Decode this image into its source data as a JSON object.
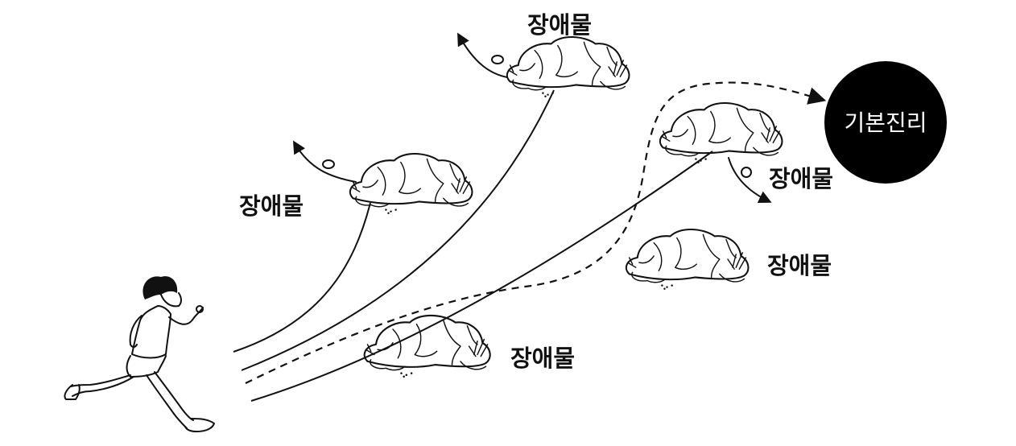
{
  "obstacles": [
    {
      "label": "장애물"
    },
    {
      "label": "장애물"
    },
    {
      "label": "장애물"
    },
    {
      "label": "장애물"
    },
    {
      "label": "장애물"
    }
  ],
  "goal": {
    "label": "기본진리",
    "color": "#000000"
  },
  "colors": {
    "ink": "#111111",
    "background": "#ffffff"
  }
}
